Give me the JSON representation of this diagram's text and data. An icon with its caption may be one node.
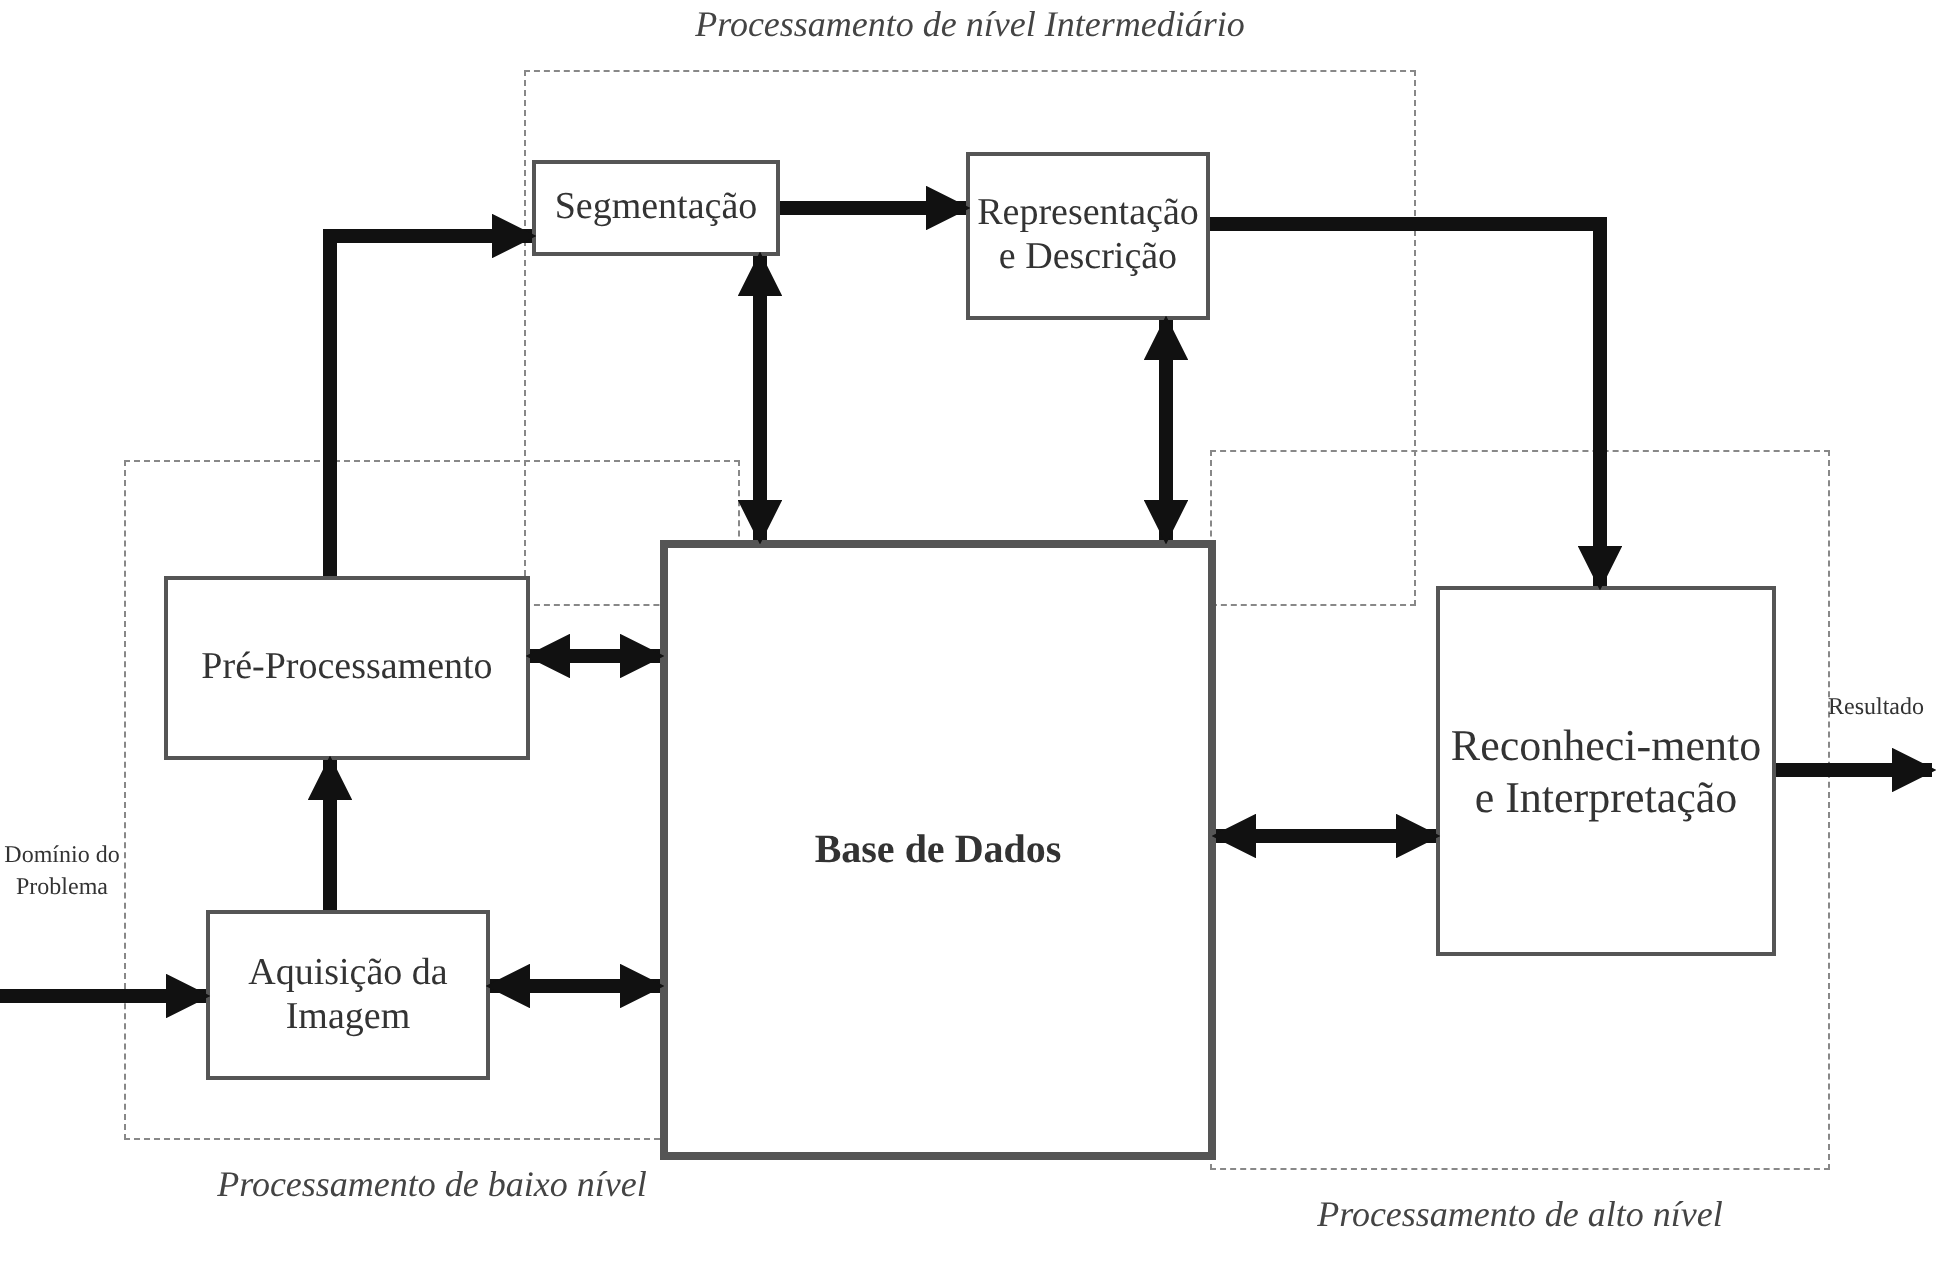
{
  "diagram": {
    "nodes": [
      {
        "text": [
          "Processamento de nível Intermediário"
        ]
      },
      {
        "text": [
          "Segmentação"
        ],
        "in": 0
      },
      {
        "text": [
          "Representação e Descrição"
        ],
        "in": 0
      },
      {
        "text": [
          "Processamento de baixo nível"
        ]
      },
      {
        "text": [
          "Pré-Processamento"
        ],
        "in": 3
      },
      {
        "text": [
          "Aquisição da Imagem"
        ],
        "in": 3
      },
      {
        "text": [
          "Processamento de alto nível"
        ]
      },
      {
        "text": [
          "Base de Dados"
        ]
      },
      {
        "text": [
          "Reconheci-mento e Interpretação"
        ],
        "in": 6
      }
    ],
    "edges": [
      {
        "from": null,
        "to": 5,
        "arrow": "to"
      },
      {
        "from": 5,
        "to": 4,
        "arrow": "to"
      },
      {
        "from": 4,
        "to": 1,
        "arrow": "to"
      },
      {
        "from": 1,
        "to": 2,
        "arrow": "to"
      },
      {
        "from": 2,
        "to": 8,
        "arrow": "to"
      },
      {
        "from": 1,
        "to": 7,
        "arrow": "both"
      },
      {
        "from": 2,
        "to": 7,
        "arrow": "both"
      },
      {
        "from": 4,
        "to": 7,
        "arrow": "both"
      },
      {
        "from": 5,
        "to": 7,
        "arrow": "both"
      },
      {
        "from": 7,
        "to": 8,
        "arrow": "both"
      },
      {
        "from": 8,
        "to": null,
        "arrow": "to"
      }
    ],
    "labels": [
      "Domínio do Problema",
      "Resultado"
    ]
  }
}
